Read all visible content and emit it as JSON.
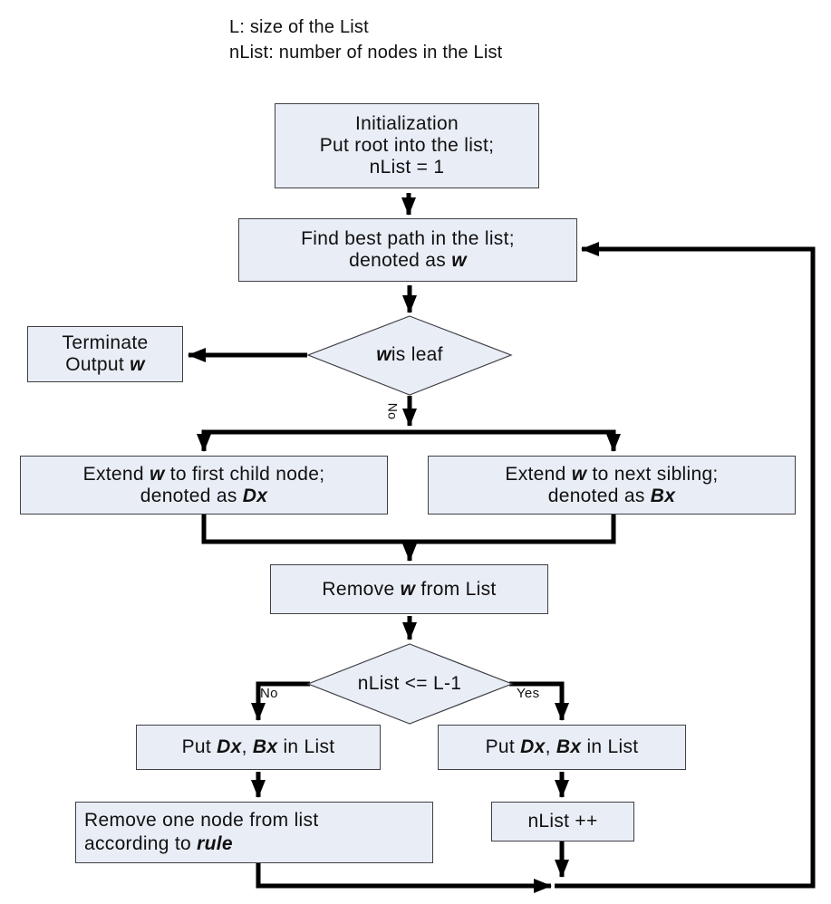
{
  "legend": {
    "line1": "L: size of the List",
    "line2": "nList: number of nodes in the List"
  },
  "nodes": {
    "init": {
      "l1": "Initialization",
      "l2": "Put root into the list;",
      "l3": "nList = 1"
    },
    "find_best": {
      "l1": "Find best path in the list;",
      "l2a": "denoted as ",
      "l2b": "w"
    },
    "leaf_decision": {
      "t1": "w",
      "t2": " is leaf"
    },
    "terminate": {
      "l1": "Terminate",
      "l2a": "Output ",
      "l2b": "w"
    },
    "extend_child": {
      "l1a": "Extend ",
      "l1b": "w",
      "l1c": " to first child node;",
      "l2a": "denoted as ",
      "l2b": "Dx"
    },
    "extend_sibling": {
      "l1a": "Extend ",
      "l1b": "w",
      "l1c": " to next sibling;",
      "l2a": "denoted as ",
      "l2b": "Bx"
    },
    "remove_w": {
      "t1": "Remove ",
      "t2": "w",
      "t3": " from List"
    },
    "nlist_decision": {
      "t1": "nList <= L-1"
    },
    "put_list_left": {
      "t1": "Put ",
      "t2": "Dx",
      "t3": ", ",
      "t4": "Bx",
      "t5": " in List"
    },
    "put_list_right": {
      "t1": "Put ",
      "t2": "Dx",
      "t3": ", ",
      "t4": "Bx",
      "t5": " in List"
    },
    "remove_rule": {
      "l1": "Remove one node from list",
      "l2a": "according to ",
      "l2b": "rule"
    },
    "nlist_inc": {
      "t1": "nList ++"
    }
  },
  "edge_labels": {
    "no_leaf": "No",
    "no_full": "No",
    "yes_full": "Yes"
  },
  "colors": {
    "node_fill": "#e9edf6",
    "node_border": "#3f3f46",
    "arrow": "#000000"
  }
}
